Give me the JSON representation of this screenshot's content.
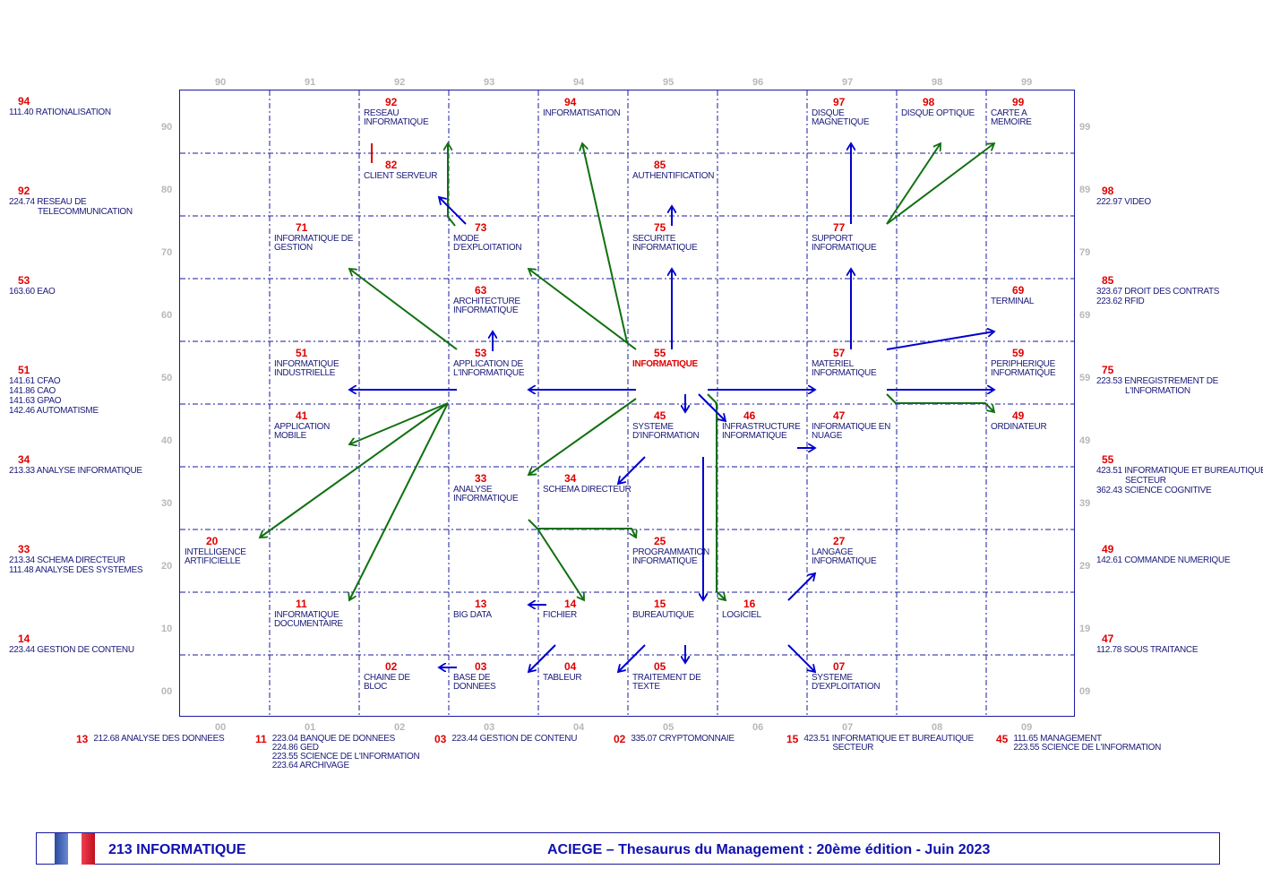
{
  "axes": {
    "top": [
      "90",
      "91",
      "92",
      "93",
      "94",
      "95",
      "96",
      "97",
      "98",
      "99"
    ],
    "bottom": [
      "00",
      "01",
      "02",
      "03",
      "04",
      "05",
      "06",
      "07",
      "08",
      "09"
    ],
    "left": [
      "90",
      "80",
      "70",
      "60",
      "50",
      "40",
      "30",
      "20",
      "10",
      "00"
    ],
    "right": [
      "99",
      "89",
      "79",
      "69",
      "59",
      "49",
      "39",
      "29",
      "19",
      "09"
    ]
  },
  "cells": [
    {
      "code": "92",
      "lines": [
        "RESEAU",
        "INFORMATIQUE"
      ]
    },
    {
      "code": "94",
      "lines": [
        "INFORMATISATION"
      ]
    },
    {
      "code": "97",
      "lines": [
        "DISQUE",
        "MAGNETIQUE"
      ]
    },
    {
      "code": "98",
      "lines": [
        "DISQUE OPTIQUE"
      ]
    },
    {
      "code": "99",
      "lines": [
        "CARTE A",
        "MEMOIRE"
      ]
    },
    {
      "code": "82",
      "lines": [
        "CLIENT SERVEUR"
      ]
    },
    {
      "code": "85",
      "lines": [
        "AUTHENTIFICATION"
      ]
    },
    {
      "code": "71",
      "lines": [
        "INFORMATIQUE DE",
        "GESTION"
      ]
    },
    {
      "code": "73",
      "lines": [
        "MODE",
        "D'EXPLOITATION"
      ]
    },
    {
      "code": "75",
      "lines": [
        "SECURITE",
        "INFORMATIQUE"
      ]
    },
    {
      "code": "77",
      "lines": [
        "SUPPORT",
        "INFORMATIQUE"
      ]
    },
    {
      "code": "63",
      "lines": [
        "ARCHITECTURE",
        "INFORMATIQUE"
      ]
    },
    {
      "code": "69",
      "lines": [
        "TERMINAL"
      ]
    },
    {
      "code": "51",
      "lines": [
        "INFORMATIQUE",
        "INDUSTRIELLE"
      ]
    },
    {
      "code": "53",
      "lines": [
        "APPLICATION DE",
        "L'INFORMATIQUE"
      ]
    },
    {
      "code": "55",
      "lines": [
        "INFORMATIQUE"
      ],
      "main": true
    },
    {
      "code": "57",
      "lines": [
        "MATERIEL",
        "INFORMATIQUE"
      ]
    },
    {
      "code": "59",
      "lines": [
        "PERIPHERIQUE",
        "INFORMATIQUE"
      ]
    },
    {
      "code": "41",
      "lines": [
        "APPLICATION",
        "MOBILE"
      ]
    },
    {
      "code": "45",
      "lines": [
        "SYSTEME",
        "D'INFORMATION"
      ]
    },
    {
      "code": "46",
      "lines": [
        "INFRASTRUCTURE",
        "INFORMATIQUE"
      ]
    },
    {
      "code": "47",
      "lines": [
        "INFORMATIQUE EN",
        "NUAGE"
      ]
    },
    {
      "code": "49",
      "lines": [
        "ORDINATEUR"
      ]
    },
    {
      "code": "33",
      "lines": [
        "ANALYSE",
        "INFORMATIQUE"
      ]
    },
    {
      "code": "34",
      "lines": [
        "SCHEMA DIRECTEUR"
      ]
    },
    {
      "code": "20",
      "lines": [
        "INTELLIGENCE",
        "ARTIFICIELLE"
      ]
    },
    {
      "code": "25",
      "lines": [
        "PROGRAMMATION",
        "INFORMATIQUE"
      ]
    },
    {
      "code": "27",
      "lines": [
        "LANGAGE",
        "INFORMATIQUE"
      ]
    },
    {
      "code": "11",
      "lines": [
        "INFORMATIQUE",
        "DOCUMENTAIRE"
      ]
    },
    {
      "code": "13",
      "lines": [
        "BIG DATA"
      ]
    },
    {
      "code": "14",
      "lines": [
        "FICHIER"
      ]
    },
    {
      "code": "15",
      "lines": [
        "BUREAUTIQUE"
      ]
    },
    {
      "code": "16",
      "lines": [
        "LOGICIEL"
      ]
    },
    {
      "code": "02",
      "lines": [
        "CHAINE DE",
        "BLOC"
      ]
    },
    {
      "code": "03",
      "lines": [
        "BASE DE",
        "DONNEES"
      ]
    },
    {
      "code": "04",
      "lines": [
        "TABLEUR"
      ]
    },
    {
      "code": "05",
      "lines": [
        "TRAITEMENT DE",
        "TEXTE"
      ]
    },
    {
      "code": "07",
      "lines": [
        "SYSTEME",
        "D'EXPLOITATION"
      ]
    }
  ],
  "left_related": [
    {
      "code": "94",
      "lines": [
        "111.40 RATIONALISATION"
      ]
    },
    {
      "code": "92",
      "lines": [
        "224.74 RESEAU DE",
        "TELECOMMUNICATION"
      ]
    },
    {
      "code": "53",
      "lines": [
        "163.60 EAO"
      ]
    },
    {
      "code": "51",
      "lines": [
        "141.61 CFAO",
        "141.86 CAO",
        "141.63 GPAO",
        "142.46 AUTOMATISME"
      ]
    },
    {
      "code": "34",
      "lines": [
        "213.33 ANALYSE INFORMATIQUE"
      ]
    },
    {
      "code": "33",
      "lines": [
        "213.34 SCHEMA DIRECTEUR",
        "111.48 ANALYSE DES SYSTEMES"
      ]
    },
    {
      "code": "14",
      "lines": [
        "223.44 GESTION DE CONTENU"
      ]
    }
  ],
  "right_related": [
    {
      "code": "98",
      "lines": [
        "222.97 VIDEO"
      ]
    },
    {
      "code": "85",
      "lines": [
        "323.67 DROIT DES CONTRATS",
        "223.62 RFID"
      ]
    },
    {
      "code": "75",
      "lines": [
        "223.53 ENREGISTREMENT DE",
        "L'INFORMATION"
      ]
    },
    {
      "code": "55",
      "lines": [
        "423.51 INFORMATIQUE ET BUREAUTIQUE",
        "SECTEUR",
        "362.43 SCIENCE COGNITIVE"
      ]
    },
    {
      "code": "49",
      "lines": [
        "142.61 COMMANDE NUMERIQUE"
      ]
    },
    {
      "code": "47",
      "lines": [
        "112.78 SOUS TRAITANCE"
      ]
    }
  ],
  "bottom_related": [
    {
      "code": "13",
      "lines": [
        "212.68 ANALYSE DES DONNEES"
      ]
    },
    {
      "code": "11",
      "lines": [
        "223.04 BANQUE DE DONNEES",
        "224.86 GED",
        "223.55 SCIENCE DE L'INFORMATION",
        "223.64 ARCHIVAGE"
      ]
    },
    {
      "code": "03",
      "lines": [
        "223.44 GESTION DE CONTENU"
      ]
    },
    {
      "code": "02",
      "lines": [
        "335.07 CRYPTOMONNAIE"
      ]
    },
    {
      "code": "15",
      "lines": [
        "423.51 INFORMATIQUE ET BUREAUTIQUE",
        "SECTEUR"
      ]
    },
    {
      "code": "45",
      "lines": [
        "111.65 MANAGEMENT",
        "223.55 SCIENCE DE L'INFORMATION"
      ]
    }
  ],
  "footer": {
    "title": "213  INFORMATIQUE",
    "credit": "ACIEGE  –  Thesaurus du Management  :   20ème édition  - Juin 2023"
  },
  "colors": {
    "green_arrow": "#107010",
    "blue_arrow": "#0000d0",
    "code": "#e00000",
    "text": "#1a1a7a"
  }
}
